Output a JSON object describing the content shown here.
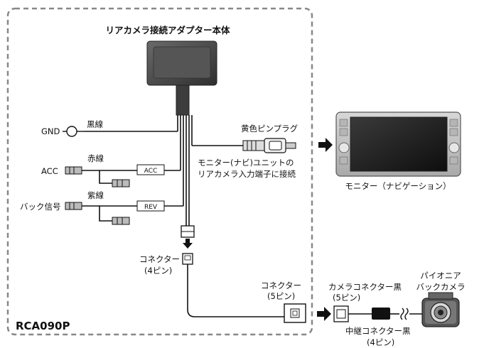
{
  "title": "リアカメラ接続アダプター本体",
  "model": "RCA090P",
  "wires": {
    "gnd_color": "黒線",
    "gnd_label": "GND",
    "acc_color": "赤線",
    "acc_label": "ACC",
    "acc_tag": "ACC",
    "rev_color": "紫線",
    "rev_label": "バック信号",
    "rev_tag": "REV"
  },
  "rca": {
    "plug_label": "黄色ピンプラグ",
    "note_line1": "モニター(ナビ)ユニットの",
    "note_line2": "リアカメラ入力端子に接続"
  },
  "monitor": {
    "caption": "モニター（ナビゲーション）"
  },
  "connector4": {
    "line1": "コネクター",
    "line2": "(4ピン)"
  },
  "connector5": {
    "line1": "コネクター",
    "line2": "(5ピン)"
  },
  "camera_connector": {
    "line1": "カメラコネクター黒",
    "line2": "(5ピン)"
  },
  "relay_connector": {
    "line1": "中継コネクター黒",
    "line2": "(4ピン)"
  },
  "camera": {
    "line1": "パイオニア",
    "line2": "バックカメラ"
  },
  "colors": {
    "ink": "#111111",
    "box_fill": "#4a4a4a",
    "dashed": "#888888",
    "screen": "#222222"
  }
}
